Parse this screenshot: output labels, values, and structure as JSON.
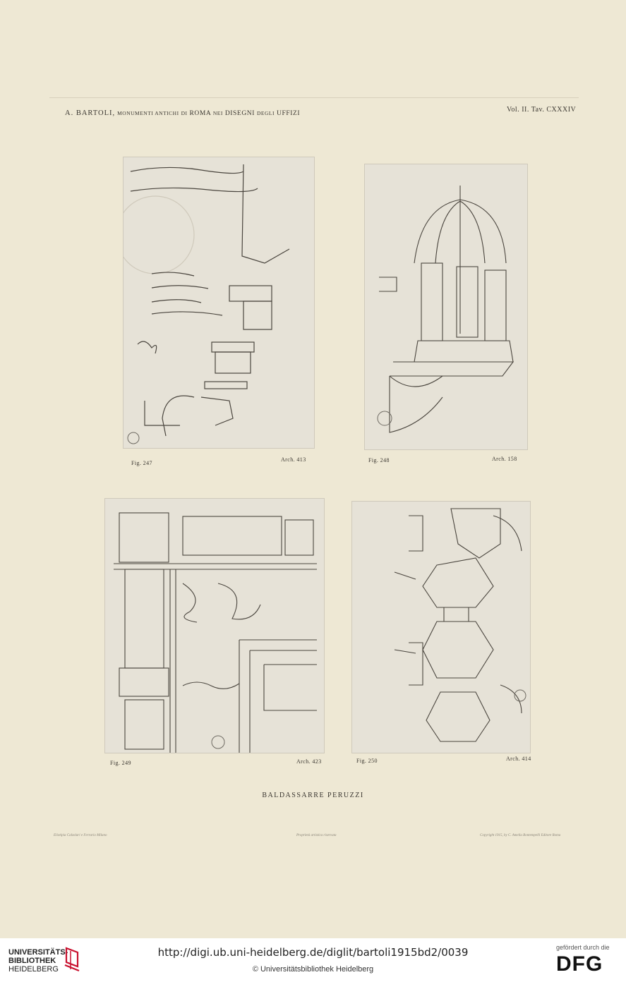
{
  "header": {
    "author": "A. BARTOLI,",
    "title_part1": "MONUMENTI ANTICHI",
    "title_part2": "DI",
    "title_part3": "ROMA",
    "title_part4": "NEI",
    "title_part5": "DISEGNI",
    "title_part6": "DEGLI",
    "title_part7": "UFFIZI",
    "volume": "Vol. II. Tav. CXXXIV"
  },
  "figures": [
    {
      "fig": "Fig. 247",
      "arch": "Arch. 413"
    },
    {
      "fig": "Fig. 248",
      "arch": "Arch. 158"
    },
    {
      "fig": "Fig. 249",
      "arch": "Arch. 423"
    },
    {
      "fig": "Fig. 250",
      "arch": "Arch. 414"
    }
  ],
  "plate_title": "BALDASSARRE PERUZZI",
  "footer": {
    "left": "Eliotipia Calzolari e Ferrario Milano",
    "center": "Proprietà artistica riservata",
    "right": "Copyright 1915, by C. Amelia Bontempelli Editore Roma"
  },
  "library_bar": {
    "line1": "UNIVERSITÄTS-",
    "line2": "BIBLIOTHEK",
    "line3": "HEIDELBERG",
    "url": "http://digi.ub.uni-heidelberg.de/diglit/bartoli1915bd2/0039",
    "copyright": "© Universitätsbibliothek Heidelberg",
    "funded_by": "gefördert durch die",
    "dfg": "DFG"
  },
  "colors": {
    "paper": "#eee8d4",
    "ink": "#3a3630",
    "ub_red": "#c8102e"
  }
}
